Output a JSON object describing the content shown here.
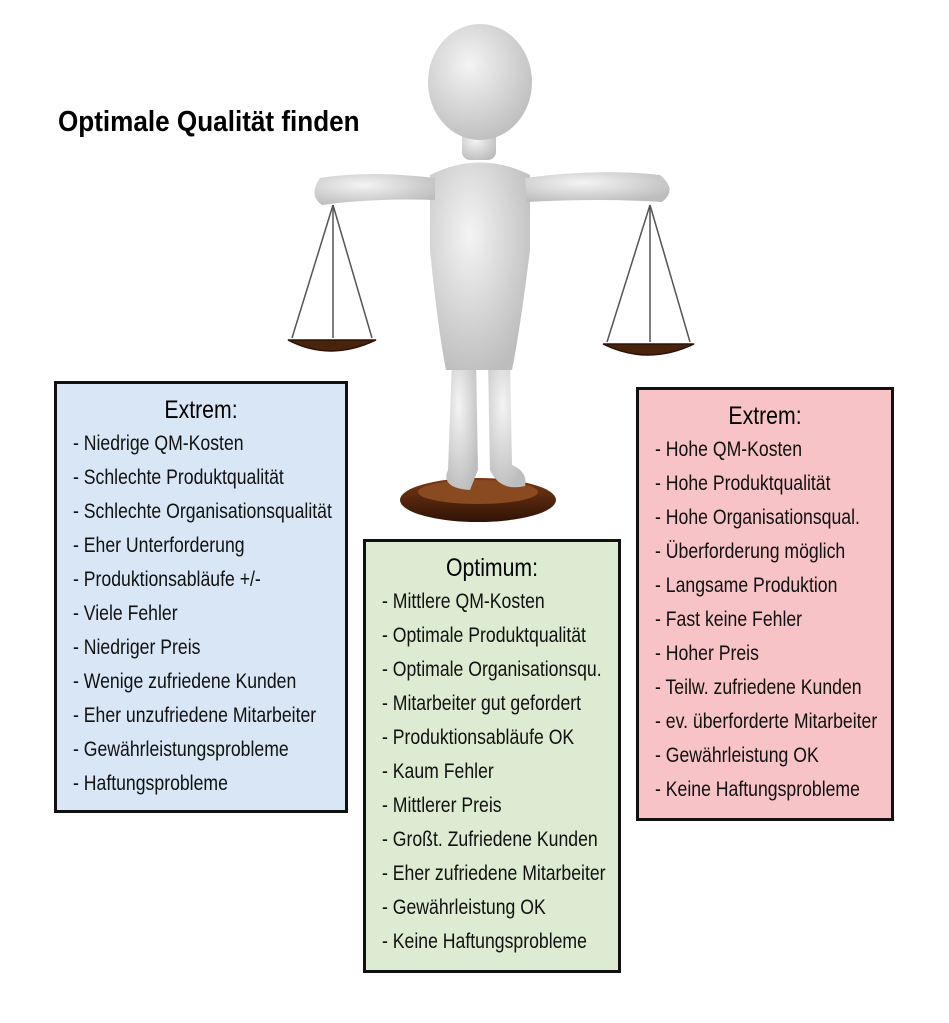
{
  "title": "Optimale Qualität finden",
  "left_box": {
    "heading": "Extrem:",
    "color": "#d9e6f5",
    "items": [
      "- Niedrige QM-Kosten",
      "- Schlechte Produktqualität",
      "- Schlechte Organisationsqualität",
      "- Eher Unterforderung",
      "- Produktionsabläufe +/-",
      "- Viele Fehler",
      "- Niedriger Preis",
      "- Wenige zufriedene Kunden",
      "- Eher unzufriedene Mitarbeiter",
      "- Gewährleistungsprobleme",
      "- Haftungsprobleme"
    ]
  },
  "middle_box": {
    "heading": "Optimum:",
    "color": "#dcebd1",
    "items": [
      "- Mittlere QM-Kosten",
      "- Optimale Produktqualität",
      "- Optimale Organisationsqu.",
      "- Mitarbeiter gut gefordert",
      "- Produktionsabläufe OK",
      "- Kaum Fehler",
      "- Mittlerer Preis",
      "- Großt. Zufriedene Kunden",
      "- Eher zufriedene Mitarbeiter",
      "- Gewährleistung OK",
      "- Keine Haftungsprobleme"
    ]
  },
  "right_box": {
    "heading": "Extrem:",
    "color": "#f7c3c7",
    "items": [
      "- Hohe QM-Kosten",
      "- Hohe Produktqualität",
      "- Hohe Organisationsqual.",
      "- Überforderung möglich",
      "- Langsame Produktion",
      "- Fast keine Fehler",
      "- Hoher Preis",
      "- Teilw. zufriedene Kunden",
      "- ev. überforderte Mitarbeiter",
      "- Gewährleistung OK",
      "- Keine Haftungsprobleme"
    ]
  }
}
